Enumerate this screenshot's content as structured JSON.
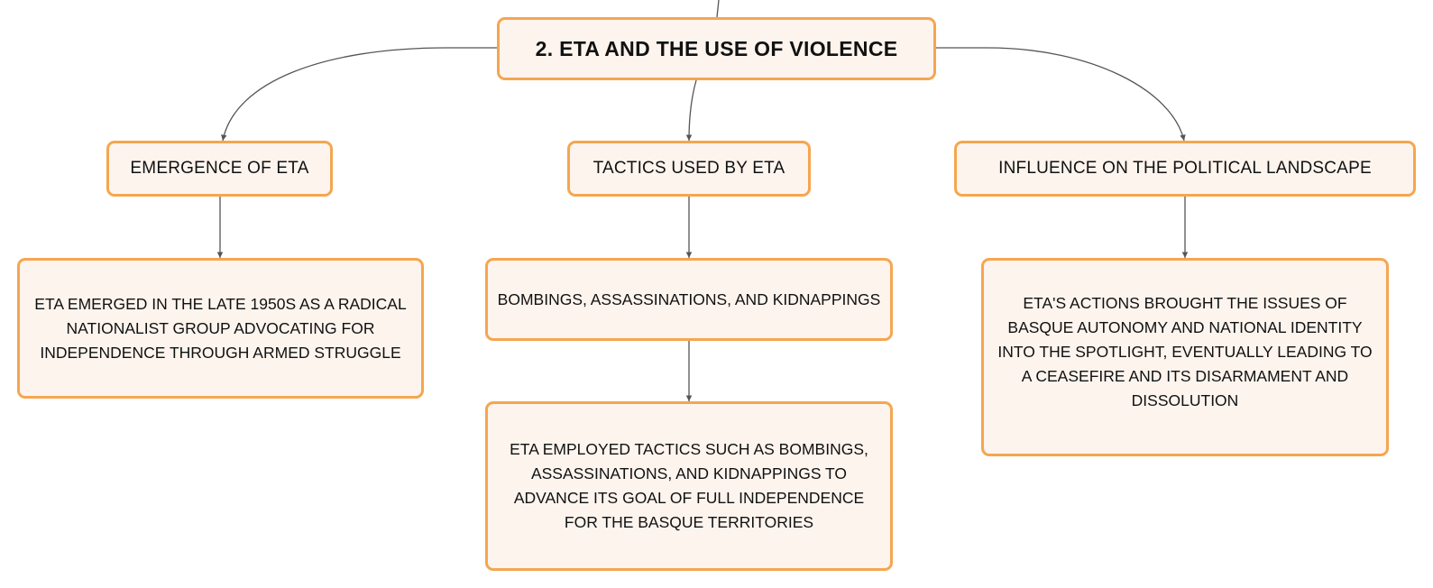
{
  "diagram": {
    "root": {
      "label": "2. ETA AND THE USE OF VIOLENCE"
    },
    "branches": [
      {
        "label": "EMERGENCE OF ETA",
        "details": [
          "ETA EMERGED IN THE LATE 1950S AS A RADICAL NATIONALIST GROUP ADVOCATING FOR INDEPENDENCE THROUGH ARMED STRUGGLE"
        ]
      },
      {
        "label": "TACTICS USED BY ETA",
        "details": [
          "BOMBINGS, ASSASSINATIONS, AND KIDNAPPINGS",
          "ETA EMPLOYED TACTICS SUCH AS BOMBINGS, ASSASSINATIONS, AND KIDNAPPINGS TO ADVANCE ITS GOAL OF FULL INDEPENDENCE FOR THE BASQUE TERRITORIES"
        ]
      },
      {
        "label": "INFLUENCE ON THE POLITICAL LANDSCAPE",
        "details": [
          "ETA'S ACTIONS BROUGHT THE ISSUES OF BASQUE AUTONOMY AND NATIONAL IDENTITY INTO THE SPOTLIGHT, EVENTUALLY LEADING TO A CEASEFIRE AND ITS DISARMAMENT AND DISSOLUTION"
        ]
      }
    ]
  },
  "colors": {
    "node_fill": "#fdf4ee",
    "node_border": "#f5a650",
    "connector": "#555555",
    "text": "#111111"
  }
}
